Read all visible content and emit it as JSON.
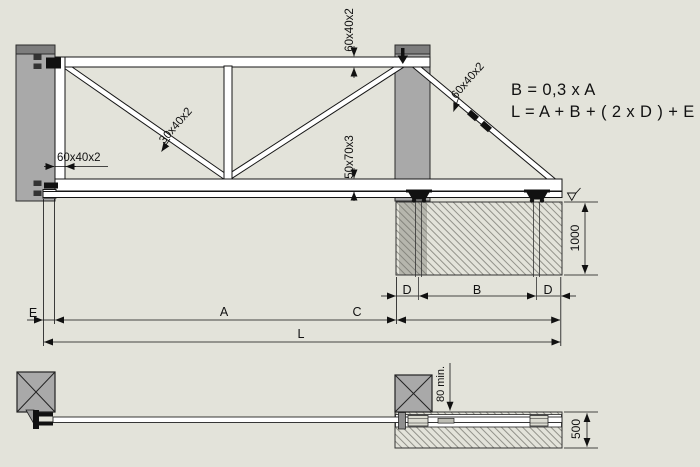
{
  "formulas": {
    "line1": "B = 0,3 x A",
    "line2": "L = A + B + ( 2 x D ) + E"
  },
  "labels": {
    "top_rail_profile": "60x40x2",
    "left_upright_profile": "60x40x2",
    "truss_diagonal_profile": "30x40x2",
    "bottom_beam_profile": "50x70x3",
    "tail_diagonal_profile": "60x40x2",
    "rail_clearance": "80 min."
  },
  "dimensions": {
    "e": "E",
    "a": "A",
    "l": "L",
    "b": "B",
    "c": "C",
    "d_left": "D",
    "d_right": "D",
    "foundation_depth": "1000",
    "slab_depth": "500"
  },
  "colors": {
    "background": "#e3e3da",
    "post": "#a9a9a9",
    "post_cap": "#7d7d7d",
    "line": "#111111",
    "member_fill": "#ffffff"
  }
}
